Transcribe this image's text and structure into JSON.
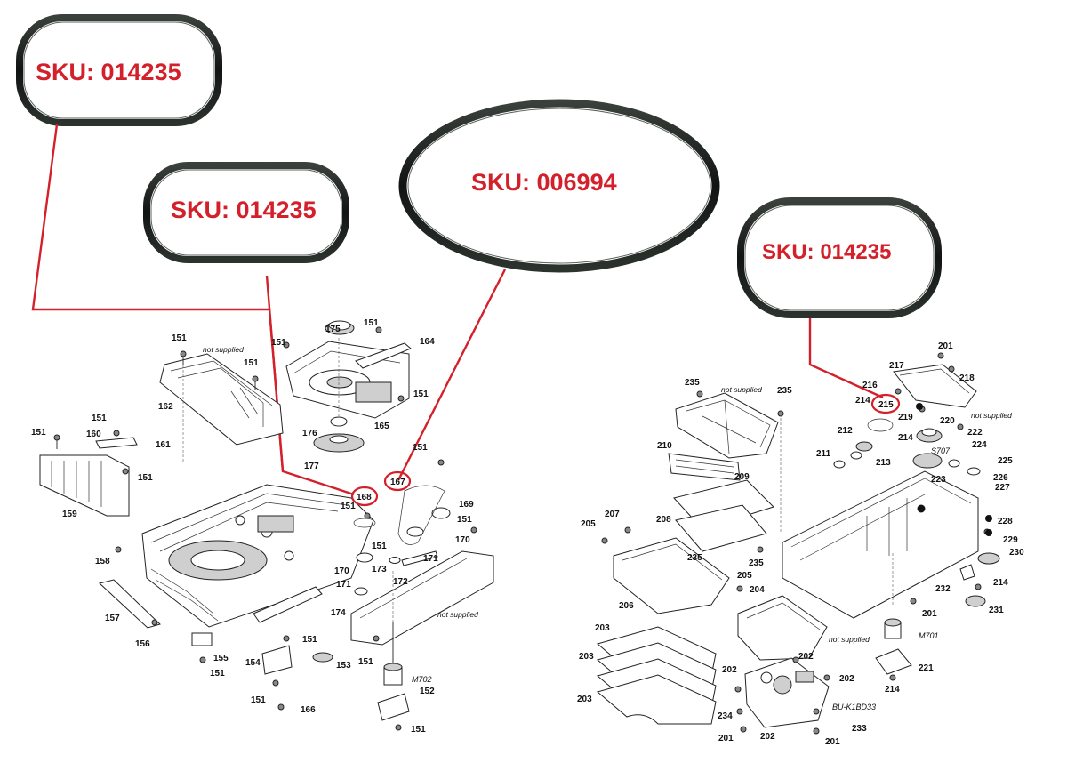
{
  "belts": [
    {
      "id": "belt-1",
      "sku": "SKU: 014235"
    },
    {
      "id": "belt-2",
      "sku": "SKU: 014235"
    },
    {
      "id": "belt-3",
      "sku": "SKU: 006994"
    },
    {
      "id": "belt-4",
      "sku": "SKU: 014235"
    }
  ],
  "highlighted_parts": {
    "p168": "168",
    "p167": "167",
    "p215": "215"
  },
  "left_diagram": {
    "labels": {
      "l151a": "151",
      "l151b": "151",
      "l151c": "151",
      "l151d": "151",
      "l151e": "151",
      "l151f": "151",
      "l151g": "151",
      "l151h": "151",
      "l151i": "151",
      "l151j": "151",
      "l151k": "151",
      "l151l": "151",
      "l151m": "151",
      "l151n": "151",
      "l151o": "151",
      "l151p": "151",
      "l151q": "151",
      "l175": "175",
      "l164": "164",
      "l165": "165",
      "l176": "176",
      "l177": "177",
      "l162": "162",
      "l161": "161",
      "l160": "160",
      "l159": "159",
      "l158": "158",
      "l157": "157",
      "l156": "156",
      "l155": "155",
      "l154": "154",
      "l153": "153",
      "l152": "152",
      "l166": "166",
      "l169": "169",
      "l170a": "170",
      "l170b": "170",
      "l171a": "171",
      "l171b": "171",
      "l172": "172",
      "l173": "173",
      "l174": "174"
    },
    "not_supplied": "not supplied",
    "motor": "M702"
  },
  "right_diagram": {
    "labels": {
      "r235a": "235",
      "r235b": "235",
      "r235c": "235",
      "r235d": "235",
      "r201a": "201",
      "r201b": "201",
      "r201c": "201",
      "r201d": "201",
      "r217": "217",
      "r218": "218",
      "r216": "216",
      "r214a": "214",
      "r214b": "214",
      "r214c": "214",
      "r214d": "214",
      "r219": "219",
      "r220": "220",
      "r222": "222",
      "r224": "224",
      "r225": "225",
      "r226": "226",
      "r227": "227",
      "r223": "223",
      "r212": "212",
      "r211": "211",
      "r213": "213",
      "r210": "210",
      "r209": "209",
      "r208": "208",
      "r207": "207",
      "r205a": "205",
      "r205b": "205",
      "r206": "206",
      "r204": "204",
      "r203a": "203",
      "r203b": "203",
      "r203c": "203",
      "r202a": "202",
      "r202b": "202",
      "r202c": "202",
      "r202d": "202",
      "r228": "228",
      "r229": "229",
      "r230": "230",
      "r232": "232",
      "r231": "231",
      "r221": "221",
      "r233": "233",
      "r234": "234"
    },
    "not_supplied": "not supplied",
    "switch": "S707",
    "motor": "M701",
    "pickup": "BU-K1BD33"
  },
  "colors": {
    "accent_red": "#d4202a",
    "belt_black": "#1e2220"
  }
}
